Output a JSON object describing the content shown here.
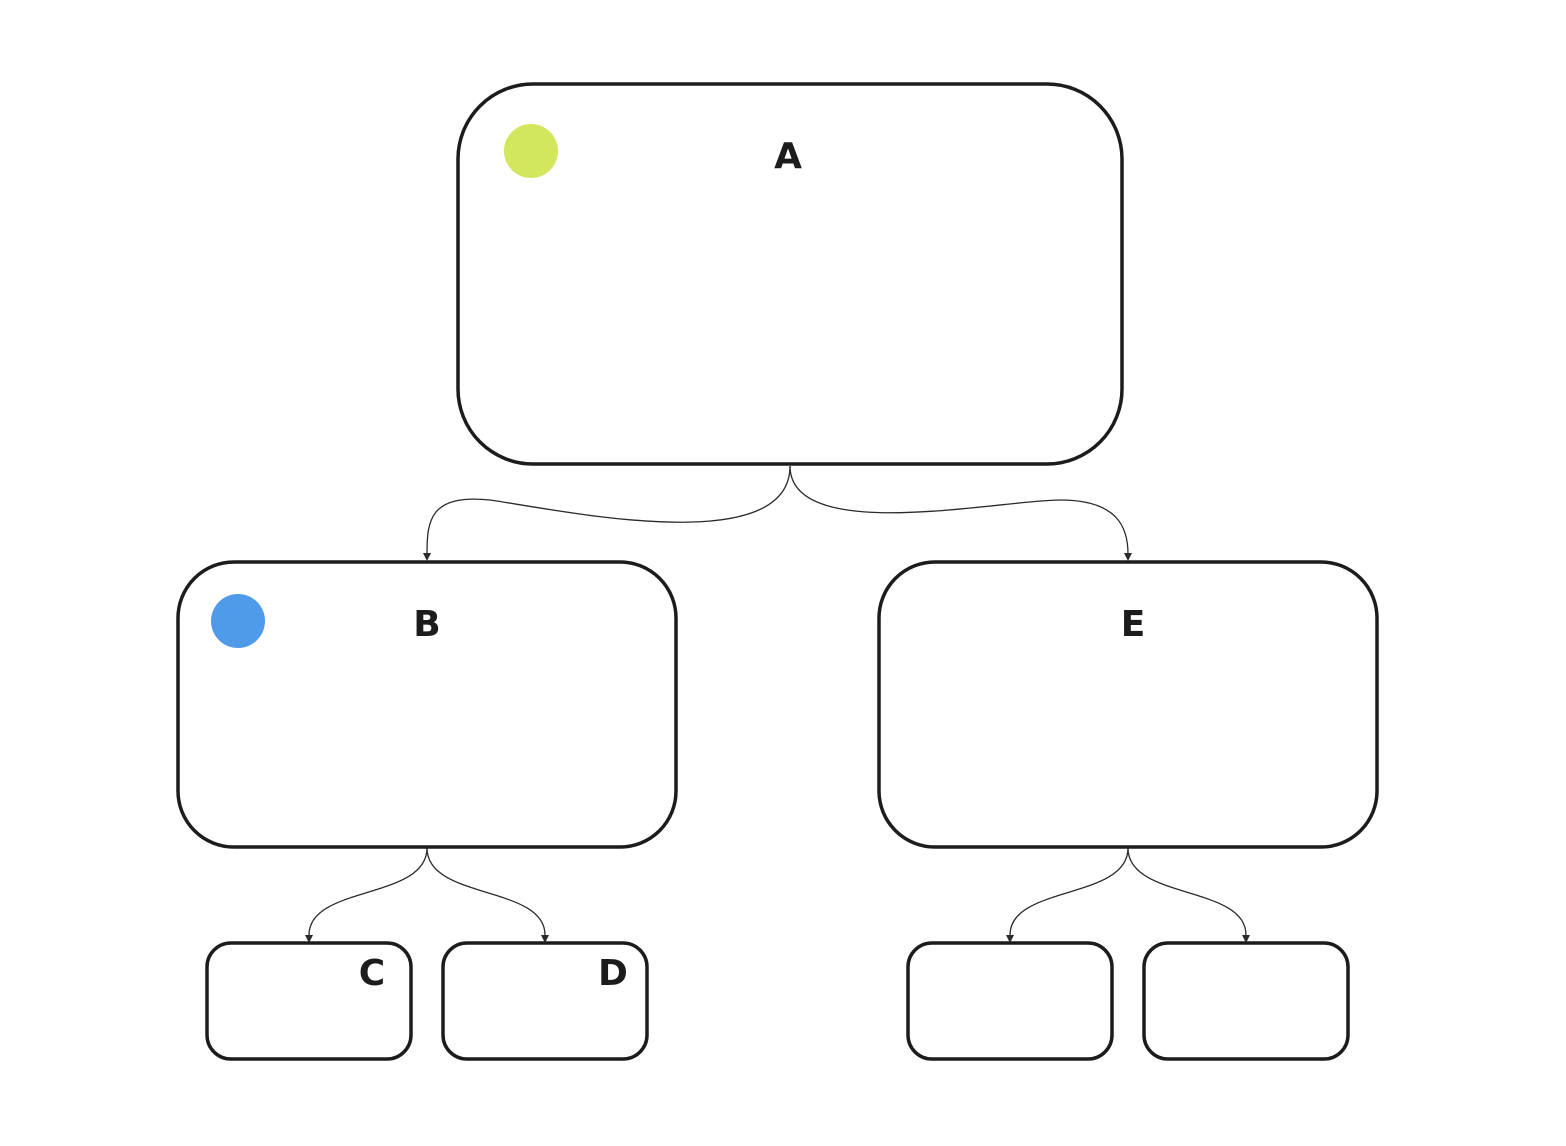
{
  "nodes": {
    "a": {
      "label": "A",
      "marker_color": "#d4e55e"
    },
    "b": {
      "label": "B",
      "marker_color": "#4f9ae9"
    },
    "c": {
      "label": "C"
    },
    "d": {
      "label": "D"
    },
    "e": {
      "label": "E"
    },
    "f": {
      "label": ""
    },
    "g": {
      "label": ""
    }
  },
  "edges": [
    {
      "from": "A",
      "to": "B"
    },
    {
      "from": "A",
      "to": "E"
    },
    {
      "from": "B",
      "to": "C"
    },
    {
      "from": "B",
      "to": "D"
    },
    {
      "from": "E",
      "to": "unlabeled-1"
    },
    {
      "from": "E",
      "to": "unlabeled-2"
    }
  ],
  "colors": {
    "stroke": "#1c1c1c",
    "connector": "#2a2a2a",
    "background": "#ffffff"
  }
}
